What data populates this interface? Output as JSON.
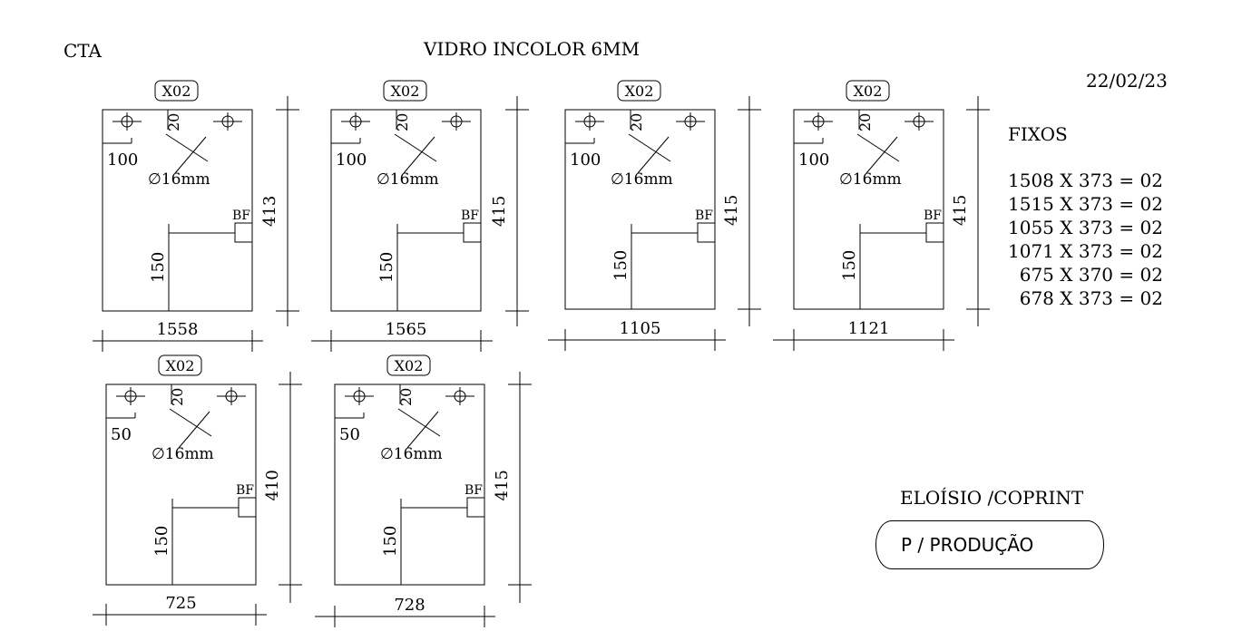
{
  "header": {
    "client": "CTA",
    "material": "VIDRO INCOLOR 6MM",
    "date": "22/02/23"
  },
  "panels": [
    {
      "qty_tag": "X02",
      "width": "1558",
      "height": "413",
      "hole_diameter": "∅16mm",
      "hole_offset_top": "20",
      "hole_offset_side": "100",
      "lock_label": "BF",
      "lock_offset": "150"
    },
    {
      "qty_tag": "X02",
      "width": "1565",
      "height": "415",
      "hole_diameter": "∅16mm",
      "hole_offset_top": "20",
      "hole_offset_side": "100",
      "lock_label": "BF",
      "lock_offset": "150"
    },
    {
      "qty_tag": "X02",
      "width": "1105",
      "height": "415",
      "hole_diameter": "∅16mm",
      "hole_offset_top": "20",
      "hole_offset_side": "100",
      "lock_label": "BF",
      "lock_offset": "150"
    },
    {
      "qty_tag": "X02",
      "width": "1121",
      "height": "415",
      "hole_diameter": "∅16mm",
      "hole_offset_top": "20",
      "hole_offset_side": "100",
      "lock_label": "BF",
      "lock_offset": "150"
    },
    {
      "qty_tag": "X02",
      "width": "725",
      "height": "410",
      "hole_diameter": "∅16mm",
      "hole_offset_top": "20",
      "hole_offset_side": "50",
      "lock_label": "BF",
      "lock_offset": "150"
    },
    {
      "qty_tag": "X02",
      "width": "728",
      "height": "415",
      "hole_diameter": "∅16mm",
      "hole_offset_top": "20",
      "hole_offset_side": "50",
      "lock_label": "BF",
      "lock_offset": "150"
    }
  ],
  "fixos": {
    "title": "FIXOS",
    "items": [
      "1508 X 373 = 02",
      "1515 X 373 = 02",
      "1055 X 373 = 02",
      "1071 X 373 = 02",
      "675 X 370 = 02",
      "678 X 373 = 02"
    ]
  },
  "signature": "ELOÍSIO /COPRINT",
  "status": "P / PRODUÇÃO"
}
